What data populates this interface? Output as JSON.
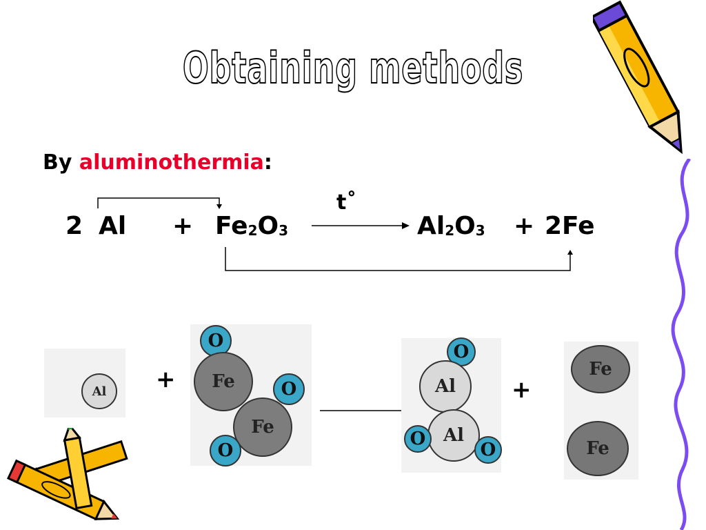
{
  "title": "Obtaining methods",
  "method": {
    "prefix": "By ",
    "highlight": "aluminothermia",
    "suffix": ":"
  },
  "equation": {
    "coef_al": "2",
    "al": "Al",
    "plus1": "+",
    "fe": "Fe",
    "fe_sub": "2",
    "o": "O",
    "o_sub": "3",
    "condition": "t˚",
    "al2": "Al",
    "al2_sub": "2",
    "o2": "O",
    "o2_sub": "3",
    "plus2": "+",
    "product_fe": "2Fe"
  },
  "molecules": {
    "reactant_al": "Al",
    "plus_a": "+",
    "fe2o3": {
      "fe1": "Fe",
      "fe2": "Fe",
      "o1": "O",
      "o2": "O",
      "o3": "O"
    },
    "al2o3": {
      "al1": "Al",
      "al2": "Al",
      "o1": "O",
      "o2": "O",
      "o3": "O"
    },
    "plus_b": "+",
    "fe_top": "Fe",
    "fe_bottom": "Fe"
  },
  "colors": {
    "highlight": "#e8002a",
    "oxygen": "#3aa7c9",
    "iron": "#7d7d7d",
    "aluminum": "#d9d9d9",
    "border_squiggle": "#7b4cf0"
  },
  "decor": [
    "pencil-icon",
    "pencils-icon",
    "squiggle-border"
  ]
}
